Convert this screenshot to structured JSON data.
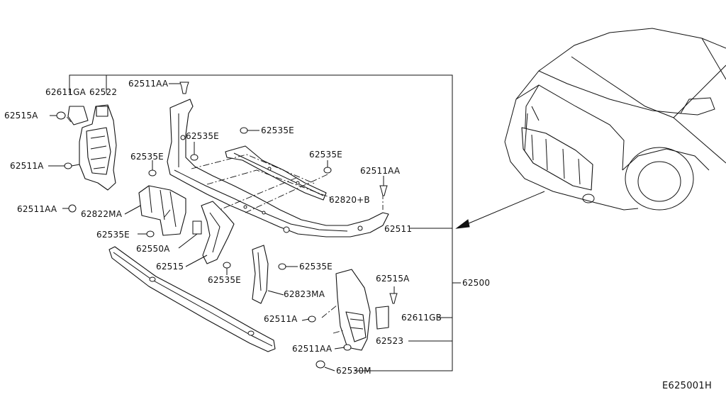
{
  "diagram_code": "E625001H",
  "parts": {
    "p62611GA": "62611GA",
    "p62522": "62522",
    "p62511AA_top": "62511AA",
    "p62515A_left": "62515A",
    "p62535E_1": "62535E",
    "p62535E_2": "62535E",
    "p62535E_3": "62535E",
    "p62535E_4": "62535E",
    "p62511A_left": "62511A",
    "p62511AA_right": "62511AA",
    "p62820B": "62820+B",
    "p62511AA_left": "62511AA",
    "p62822MA": "62822MA",
    "p62511": "62511",
    "p62535E_5": "62535E",
    "p62550A": "62550A",
    "p62515": "62515",
    "p62535E_6": "62535E",
    "p62535E_7": "62535E",
    "p62823MA": "62823MA",
    "p62500": "62500",
    "p62515A_right": "62515A",
    "p62511A_right": "62511A",
    "p62611GB": "62611GB",
    "p62511AA_bottom": "62511AA",
    "p62523": "62523",
    "p62530M": "62530M"
  }
}
